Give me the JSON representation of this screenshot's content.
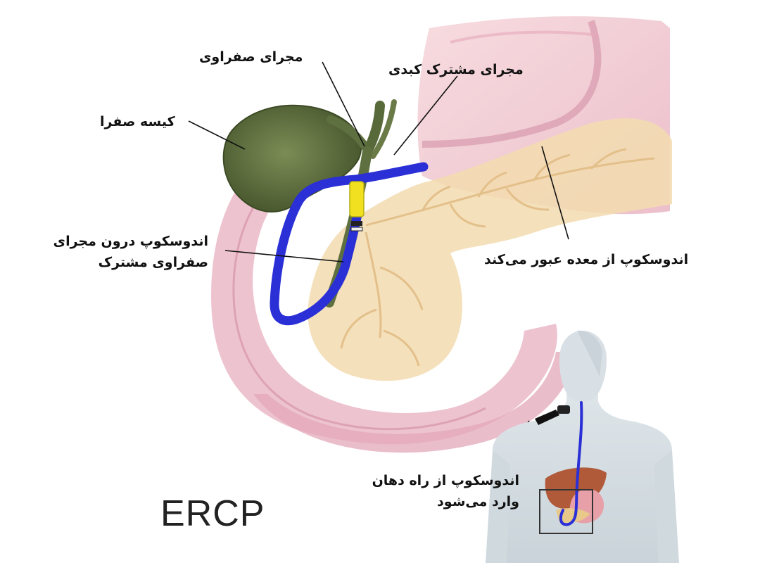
{
  "title": "ERCP",
  "labels": {
    "hepatic_duct": "مجرای  صفراوی",
    "common_bile_duct": "مجرای مشترک کبدی",
    "gallbladder": "کیسه صفرا",
    "endoscope_in_duct_1": "اندوسکوپ درون مجرای",
    "endoscope_in_duct_2": "صفراوی مشترک",
    "endoscope_stomach": "اندوسکوپ از معده عبور می‌کند",
    "endoscope_mouth_1": "اندوسکوپ از راه دهان",
    "endoscope_mouth_2": "وارد می‌شود"
  },
  "colors": {
    "endoscope": "#2a2fd6",
    "duodenum": "#e9b7c8",
    "pancreas": "#f2dcb0",
    "gallbladder": "#5f7040",
    "instrument": "#f0e020"
  }
}
